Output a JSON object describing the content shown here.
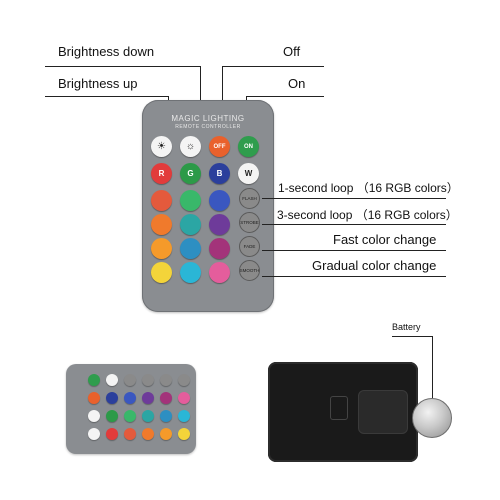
{
  "labels": {
    "brightness_down": "Brightness down",
    "brightness_up": "Brightness up",
    "off": "Off",
    "on": "On",
    "flash": "1-second loop （16 RGB colors）",
    "strobe": "3-second loop （16 RGB colors）",
    "fade": "Fast color change",
    "smooth": "Gradual color change",
    "battery": "Battery"
  },
  "remote": {
    "brand_line1": "MAGIC LIGHTING",
    "brand_line2": "REMOTE CONTROLLER",
    "btn_off": "OFF",
    "btn_on": "ON",
    "btn_r": "R",
    "btn_g": "G",
    "btn_b": "B",
    "btn_w": "W",
    "pill_flash": "FLASH",
    "pill_strobe": "STROBE",
    "pill_fade": "FADE",
    "pill_smooth": "SMOOTH"
  },
  "colors": {
    "red": "#e23b3b",
    "green": "#2c9a48",
    "blue": "#2b3f9c",
    "white": "#f4f4f4",
    "off_orange": "#e9612c",
    "on_green": "#2f9d4d"
  }
}
